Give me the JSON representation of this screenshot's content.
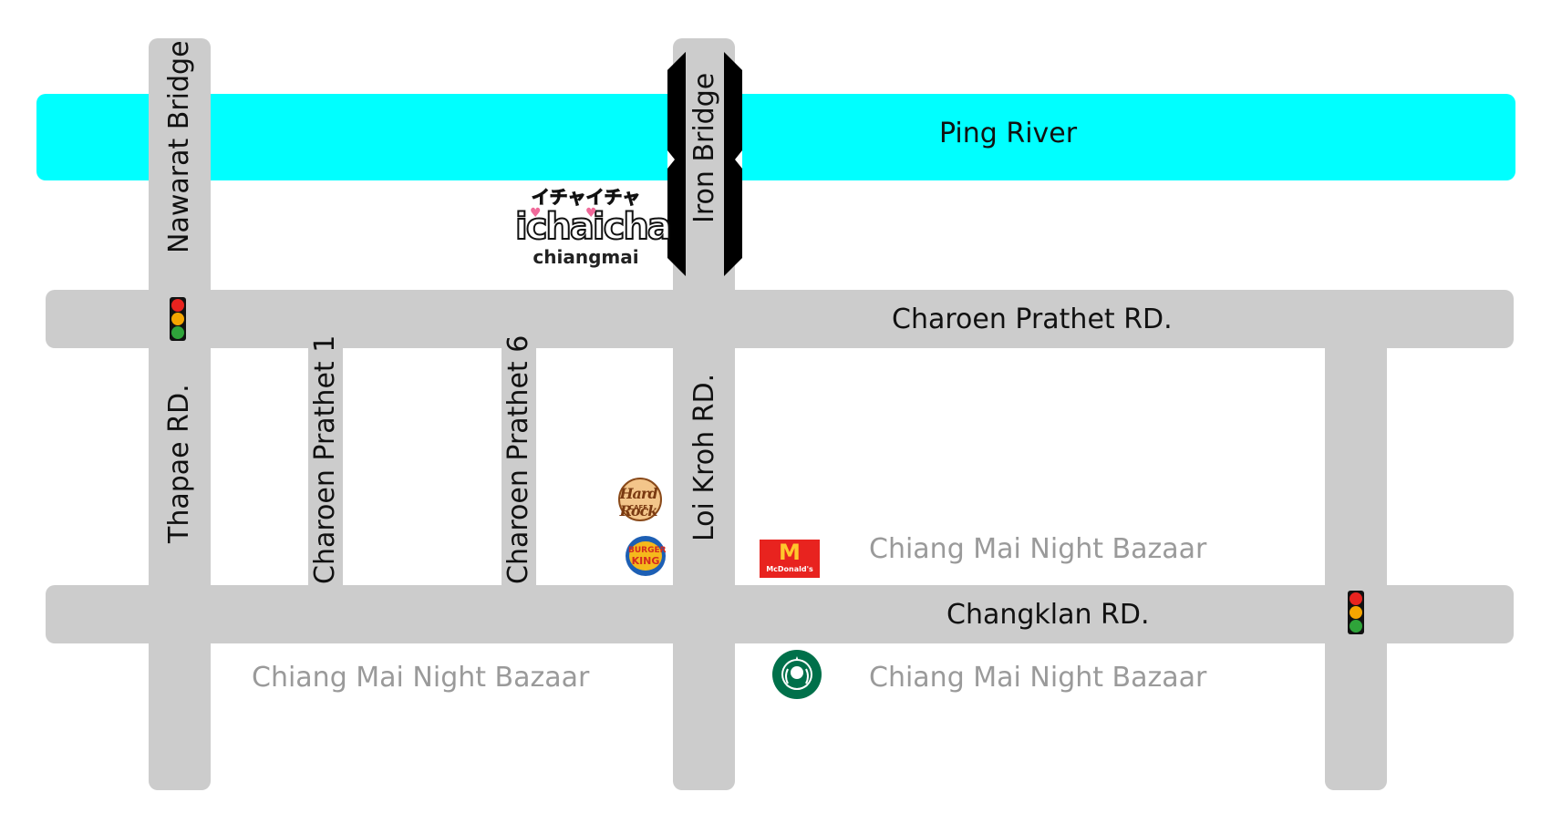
{
  "river": {
    "label": "Ping River"
  },
  "roads": {
    "horizontal": [
      {
        "id": "charoen-prathet-rd",
        "label": "Charoen Prathet RD."
      },
      {
        "id": "changklan-rd",
        "label": "Changklan RD."
      }
    ],
    "vertical": [
      {
        "id": "thapae-rd",
        "label": "Thapae RD."
      },
      {
        "id": "charoen-prathet-1",
        "label": "Charoen Prathet 1"
      },
      {
        "id": "charoen-prathet-6",
        "label": "Charoen Prathet 6"
      },
      {
        "id": "loi-kroh-rd",
        "label": "Loi Kroh RD."
      }
    ]
  },
  "bridges": [
    {
      "id": "nawarat-bridge",
      "label": "Nawarat Bridge"
    },
    {
      "id": "iron-bridge",
      "label": "Iron Bridge"
    }
  ],
  "areas": {
    "bazaar_label": "Chiang Mai Night Bazaar"
  },
  "landmarks": {
    "ichaicha": {
      "katakana": "イチャイチャ",
      "name": "ichaicha",
      "sub": "chiangmai"
    },
    "hardrock": {
      "name": "Hard Rock",
      "sub": "CAFE"
    },
    "burgerking": {
      "line1": "BURGER",
      "line2": "KING"
    },
    "mcdonalds": {
      "name": "McDonald's"
    }
  },
  "icons": [
    "traffic-light-icon",
    "hard-rock-cafe-logo",
    "burger-king-logo",
    "mcdonalds-logo",
    "starbucks-logo",
    "ichaicha-logo"
  ],
  "colors": {
    "river": "#00ffff",
    "road": "#cccccc",
    "bazaar_text": "#9a9a9a",
    "mcdonalds_red": "#e8231f",
    "starbucks_green": "#00704a",
    "ichaicha_pink": "#f06a9a"
  }
}
